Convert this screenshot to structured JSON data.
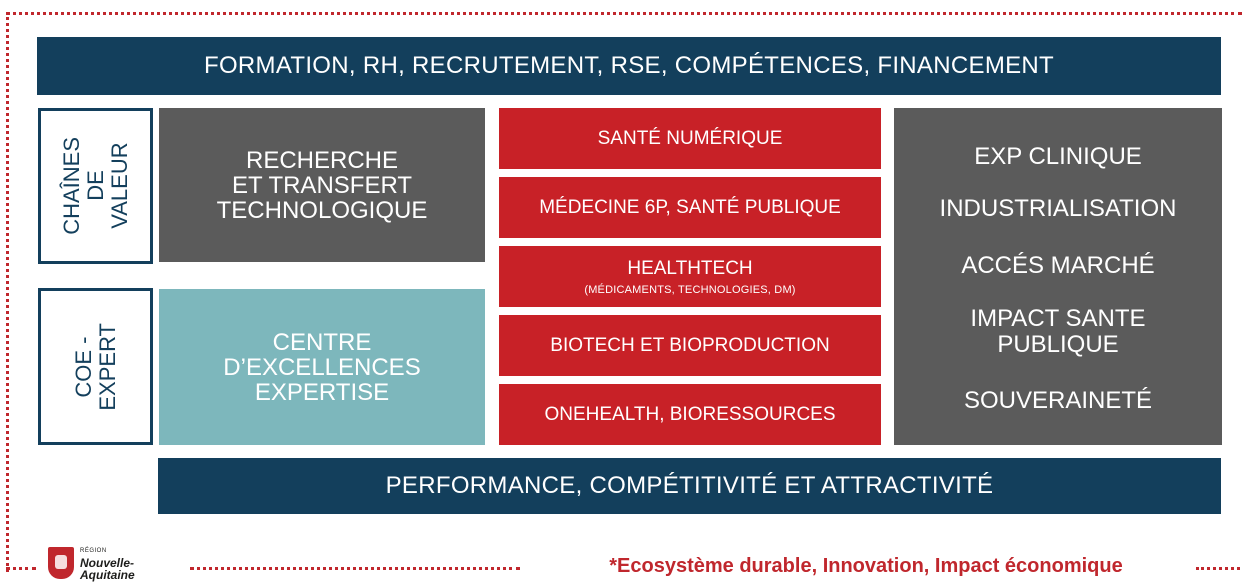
{
  "top_banner": "FORMATION, RH, RECRUTEMENT, RSE, COMPÉTENCES, FINANCEMENT",
  "bottom_banner": "PERFORMANCE, COMPÉTITIVITÉ ET ATTRACTIVITÉ",
  "side_labels": {
    "value_chains": "CHAÎNES\nDE\nVALEUR",
    "coe_expert": "COE -\nEXPERT"
  },
  "research_box": "RECHERCHE\nET TRANSFERT\nTECHNOLOGIQUE",
  "coe_box": "CENTRE\nD’EXCELLENCES\nEXPERTISE",
  "sectors": [
    {
      "label": "SANTÉ NUMÉRIQUE",
      "sub": ""
    },
    {
      "label": "MÉDECINE 6P, SANTÉ PUBLIQUE",
      "sub": ""
    },
    {
      "label": "HEALTHTECH",
      "sub": "(MÉDICAMENTS, TECHNOLOGIES, DM)"
    },
    {
      "label": "BIOTECH ET BIOPRODUCTION",
      "sub": ""
    },
    {
      "label": "ONEHEALTH, BIORESSOURCES",
      "sub": ""
    }
  ],
  "outcomes": [
    "EXP CLINIQUE",
    "INDUSTRIALISATION",
    "ACCÉS MARCHÉ",
    "IMPACT SANTE PUBLIQUE",
    "SOUVERAINETÉ"
  ],
  "logo": {
    "small": "RÉGION",
    "line1": "Nouvelle-",
    "line2": "Aquitaine"
  },
  "tagline": "*Ecosystème durable, Innovation, Impact économique",
  "colors": {
    "navy": "#133f5c",
    "gray": "#5b5b5b",
    "teal": "#7db7bc",
    "red": "#c82127"
  }
}
